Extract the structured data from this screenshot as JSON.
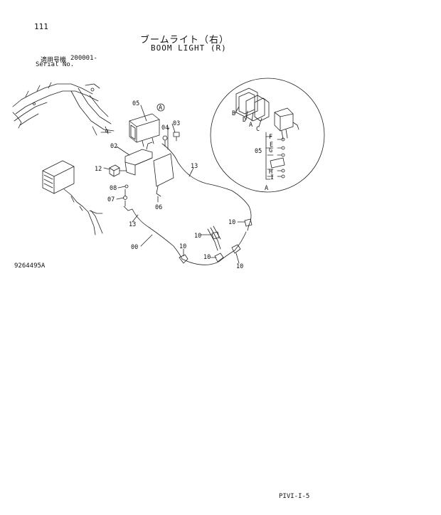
{
  "header": {
    "page_number": "111",
    "title_ja": "ブームライト（右）",
    "title_en": "BOOM LIGHT (R)",
    "applicability_label": "適用号機",
    "serial_label": "Serial No.",
    "serial_value": "200001-"
  },
  "figure": {
    "figure_id": "9264495A",
    "callouts": {
      "lamp": "05",
      "detail_ref": "A",
      "screw_03": "03",
      "washer_04": "04",
      "bracket": "02",
      "cable_13_top": "13",
      "grommet": "12",
      "part_08": "08",
      "part_07": "07",
      "cover": "06",
      "cable_13_left": "13",
      "harness": "00",
      "clip_10_a": "10",
      "clip_10_b": "10",
      "clip_10_c": "10",
      "clip_10_d": "10",
      "clip_10_e": "10"
    },
    "detail": {
      "label_B": "B",
      "label_D": "D",
      "label_A": "A",
      "label_C": "C",
      "label_F": "F",
      "label_E": "E",
      "label_G": "G",
      "label_05": "05",
      "label_H": "H",
      "label_I": "I",
      "detail_name": "A"
    }
  },
  "footer": {
    "code": "PIVI-I-5"
  }
}
